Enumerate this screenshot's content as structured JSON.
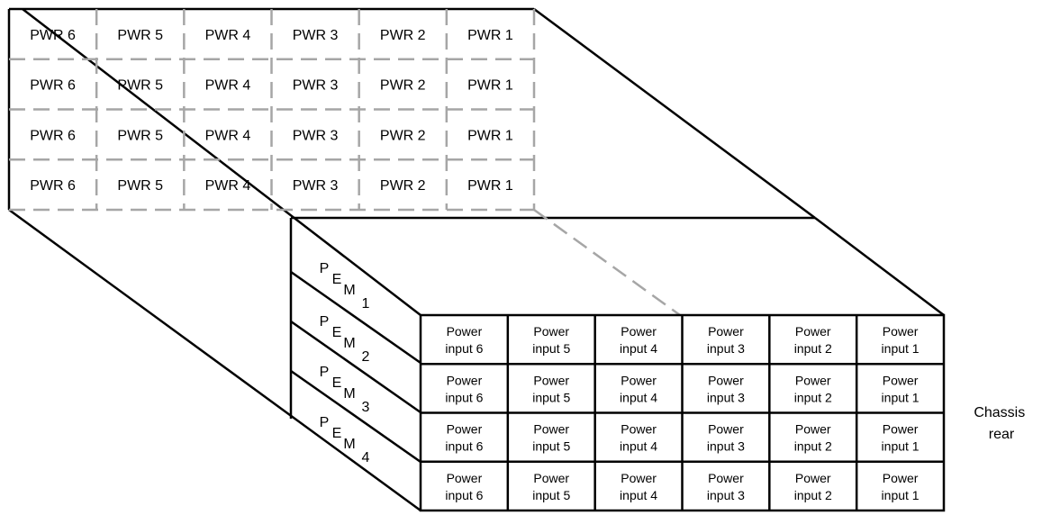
{
  "front_panel": {
    "rows": [
      [
        "PWR 6",
        "PWR 5",
        "PWR 4",
        "PWR 3",
        "PWR 2",
        "PWR 1"
      ],
      [
        "PWR 6",
        "PWR 5",
        "PWR 4",
        "PWR 3",
        "PWR 2",
        "PWR 1"
      ],
      [
        "PWR 6",
        "PWR 5",
        "PWR 4",
        "PWR 3",
        "PWR 2",
        "PWR 1"
      ],
      [
        "PWR 6",
        "PWR 5",
        "PWR 4",
        "PWR 3",
        "PWR 2",
        "PWR 1"
      ]
    ]
  },
  "pem_modules": [
    {
      "letters": [
        "P",
        "E",
        "M"
      ],
      "number": "1"
    },
    {
      "letters": [
        "P",
        "E",
        "M"
      ],
      "number": "2"
    },
    {
      "letters": [
        "P",
        "E",
        "M"
      ],
      "number": "3"
    },
    {
      "letters": [
        "P",
        "E",
        "M"
      ],
      "number": "4"
    }
  ],
  "rear_panel": {
    "rows": [
      [
        [
          "Power",
          "input 6"
        ],
        [
          "Power",
          "input 5"
        ],
        [
          "Power",
          "input 4"
        ],
        [
          "Power",
          "input 3"
        ],
        [
          "Power",
          "input 2"
        ],
        [
          "Power",
          "input 1"
        ]
      ],
      [
        [
          "Power",
          "input 6"
        ],
        [
          "Power",
          "input 5"
        ],
        [
          "Power",
          "input 4"
        ],
        [
          "Power",
          "input 3"
        ],
        [
          "Power",
          "input 2"
        ],
        [
          "Power",
          "input 1"
        ]
      ],
      [
        [
          "Power",
          "input 6"
        ],
        [
          "Power",
          "input 5"
        ],
        [
          "Power",
          "input 4"
        ],
        [
          "Power",
          "input 3"
        ],
        [
          "Power",
          "input 2"
        ],
        [
          "Power",
          "input 1"
        ]
      ],
      [
        [
          "Power",
          "input 6"
        ],
        [
          "Power",
          "input 5"
        ],
        [
          "Power",
          "input 4"
        ],
        [
          "Power",
          "input 3"
        ],
        [
          "Power",
          "input 2"
        ],
        [
          "Power",
          "input 1"
        ]
      ]
    ]
  },
  "side_label": [
    "Chassis",
    "rear"
  ]
}
